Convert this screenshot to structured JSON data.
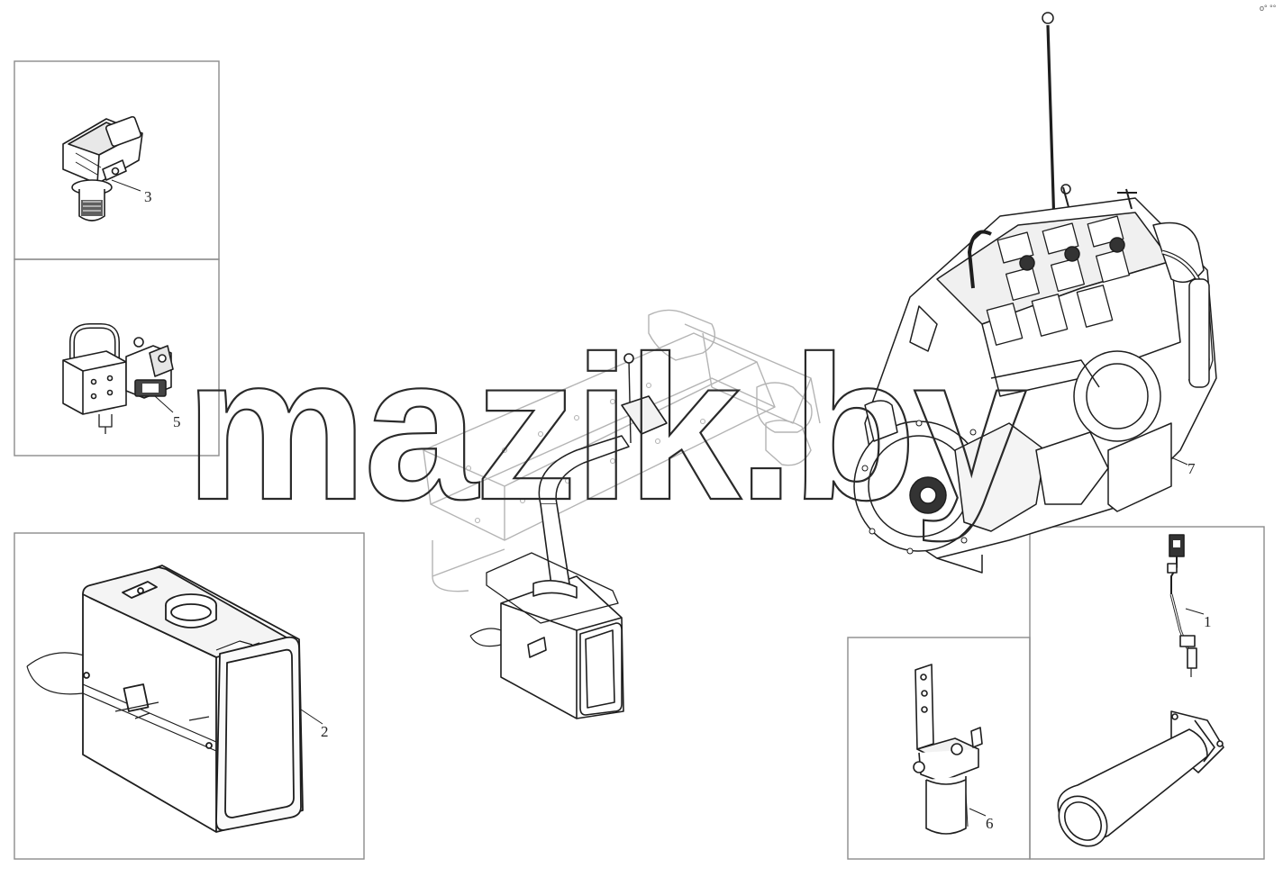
{
  "watermark": "mazik.by",
  "corner_mark": "o° °°",
  "callouts": {
    "part_1": "1",
    "part_2": "2",
    "part_3": "3",
    "part_5": "5",
    "part_6": "6",
    "part_7": "7"
  },
  "colors": {
    "line": "#1e1e1e",
    "frame": "#8c8c8c",
    "ghost": "#b4b4b4"
  }
}
